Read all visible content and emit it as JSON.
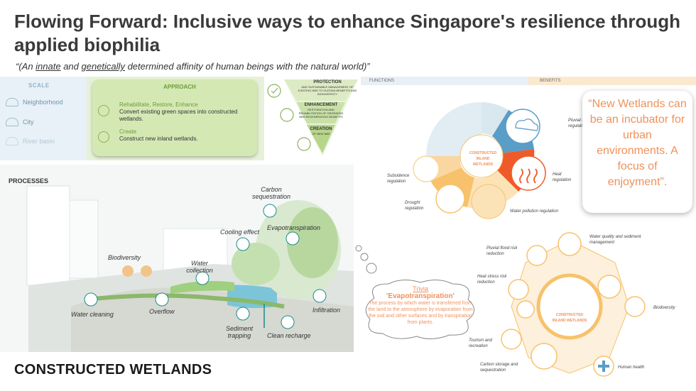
{
  "title": "Flowing Forward: Inclusive ways to enhance Singapore's resilience through applied biophilia",
  "quote": {
    "open": "“(An ",
    "w1": "innate",
    "mid": " and ",
    "w2": "genetically",
    "rest": " determined affinity of human beings with the natural world)”"
  },
  "scale": {
    "header": "SCALE",
    "items": [
      "Neighborhood",
      "City",
      "River basin"
    ]
  },
  "approach": {
    "header": "APPROACH",
    "items": [
      {
        "title": "Rehabilitate, Restore, Enhance",
        "desc": "Convert existing green spaces into constructed wetlands."
      },
      {
        "title": "Create",
        "desc": "Construct new inland wetlands."
      }
    ]
  },
  "pyramid": {
    "protection": "PROTECTION",
    "protection_desc": "AND SUSTAINABLE MANAGEMENT OF EXISTING NBS TO SUSTAIN BENEFITS AND BIODIVERSITY",
    "enhancement": "ENHANCEMENT",
    "enhancement_desc": "RESTORATION AND REHABILITATION OF DEGRADED NBS REGENERATING BENEFITS",
    "creation": "CREATION",
    "creation_desc": "OF NEW NBS"
  },
  "bars": {
    "functions": "FUNCTIONS",
    "benefits": "BENEFITS"
  },
  "functions_wheel": {
    "center": "CONSTRUCTED INLAND WETLANDS",
    "labels": [
      "Pluvial flood regulation",
      "Heat regulation",
      "Water pollution regulation",
      "Drought regulation",
      "Subsidence regulation"
    ]
  },
  "benefits_wheel": {
    "center": "CONSTRUCTED INLAND WETLANDS",
    "labels": [
      "Water quality and sediment management",
      "Pluvial flood risk reduction",
      "Heat stress risk reduction",
      "Biodiversity",
      "Tourism and recreation",
      "Carbon storage and sequestration",
      "Human health"
    ]
  },
  "wetlands_quote": "“New Wetlands can be an incubator for urban environments. A focus of enjoyment”.",
  "processes": {
    "header": "PROCESSES",
    "labels": {
      "carbon": "Carbon sequestration",
      "cooling": "Cooling effect",
      "evapo": "Evapotranspiration",
      "biodiversity": "Biodiversity",
      "water_collection": "Water collection",
      "water_cleaning": "Water cleaning",
      "overflow": "Overflow",
      "sediment": "Sediment trapping",
      "recharge": "Clean recharge",
      "infiltration": "Infiltration"
    }
  },
  "trivia": {
    "title": "Trivia",
    "subtitle": "'Evapotranspiration'",
    "body": "The process by which water is transferred from the land to the atmosphere by evaporation from the soil and other surfaces and by transpiration from plants."
  },
  "footer": "CONSTRUCTED WETLANDS",
  "colors": {
    "orange": "#f0915a",
    "green": "#8ab05a",
    "blue": "#5a9dc6",
    "red": "#ef5a2a",
    "yellow": "#f7c26b"
  }
}
